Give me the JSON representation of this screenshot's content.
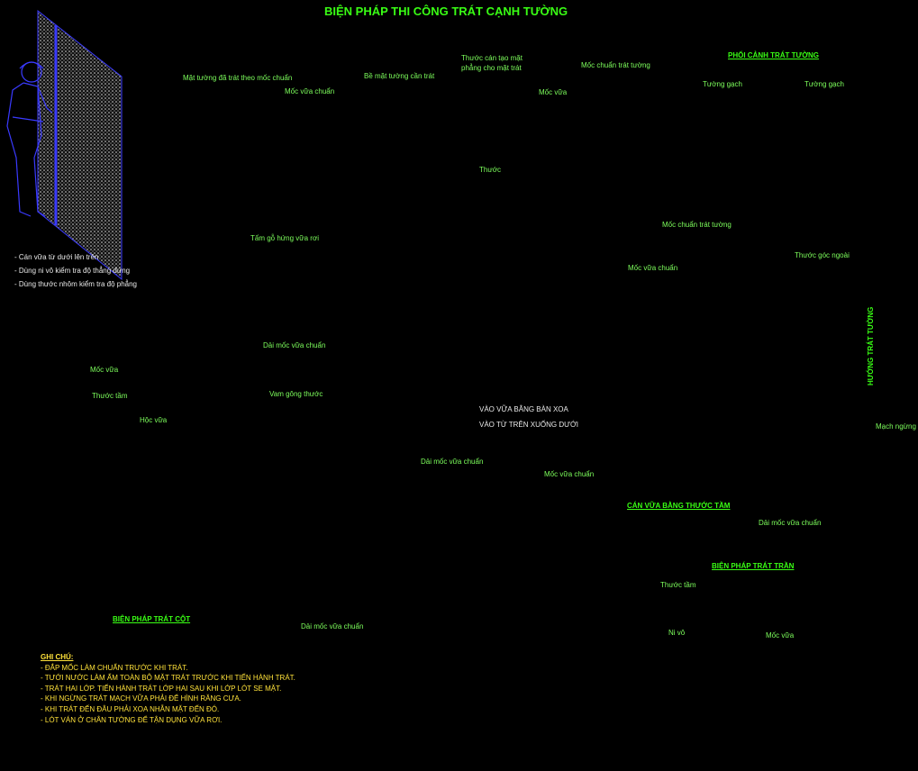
{
  "title": "BIỆN PHÁP THI CÔNG TRÁT CẠNH TƯỜNG",
  "section_titles": {
    "phoi_canh": "PHỐI CẢNH TRÁT TƯỜNG",
    "can_vua": "CÁN VỮA BẰNG THƯỚC TẦM",
    "tran": "BIỆN PHÁP TRÁT TRẦN",
    "cot": "BIỆN PHÁP TRÁT CỘT",
    "huong": "HƯỚNG TRÁT TƯỜNG"
  },
  "labels": {
    "mat_tuong": "Mặt tường đã trát theo mốc chuẩn",
    "moc_vua": "Mốc vữa chuẩn",
    "tam_go": "Tấm gỗ hứng vữa rơi",
    "be_mat": "Bề mặt tường cần trát",
    "thuoc_can": "Thước cán tạo mặt",
    "phang": "phẳng cho mặt trát",
    "moc_vua_short": "Mốc vữa",
    "thuoc": "Thước",
    "moc_chuan_trat": "Mốc chuẩn trát tường",
    "tuong_gach": "Tường gạch",
    "thuoc_goc": "Thước góc ngoài",
    "moc_vua_chuan": "Mốc vữa chuẩn",
    "thuoc_tam": "Thước tầm",
    "hoc_vua": "Hộc vữa",
    "dai_moc": "Dải mốc vữa chuẩn",
    "vam_gong": "Vam gông thước",
    "vao_vua_1": "VÀO VỮA BẰNG BÀN XOA",
    "vao_vua_2": "VÀO TỪ TRÊN XUỐNG DƯỚI",
    "mach_ngung": "Mạch ngừng",
    "ni_vo": "Ni vô",
    "moc_vua_tran": "Mốc vữa"
  },
  "bullets": [
    "- Cán vữa từ dưới lên trên",
    "- Dùng ni vô kiểm tra độ thẳng đứng",
    "- Dùng thước nhôm kiểm tra độ phẳng"
  ],
  "notes": {
    "heading": "GHI CHÚ:",
    "items": [
      "- ĐẮP MỐC LÀM CHUẨN TRƯỚC KHI TRÁT.",
      "- TƯỚI NƯỚC LÀM ẨM TOÀN BỘ MẶT TRÁT TRƯỚC KHI TIẾN HÀNH TRÁT.",
      "- TRÁT HAI LỚP. TIẾN HÀNH TRÁT LỚP HAI SAU KHI LỚP LÓT SE MẶT.",
      "- KHI NGỪNG TRÁT MẠCH VỮA PHẢI ĐỂ HÌNH RĂNG CƯA.",
      "- KHI TRÁT ĐẾN ĐÂU PHẢI XOA NHẴN MẶT ĐẾN ĐÓ.",
      "- LÓT VÁN Ở CHÂN TƯỜNG ĐỂ TẬN DỤNG VỮA RƠI."
    ]
  },
  "colors": {
    "background": "#000000",
    "title": "#39ff14",
    "label": "#7dff5c",
    "cyan": "#2de0e0",
    "blue": "#3a3aff",
    "red": "#ff3030",
    "yellow": "#ffd000",
    "white": "#ffffff"
  }
}
